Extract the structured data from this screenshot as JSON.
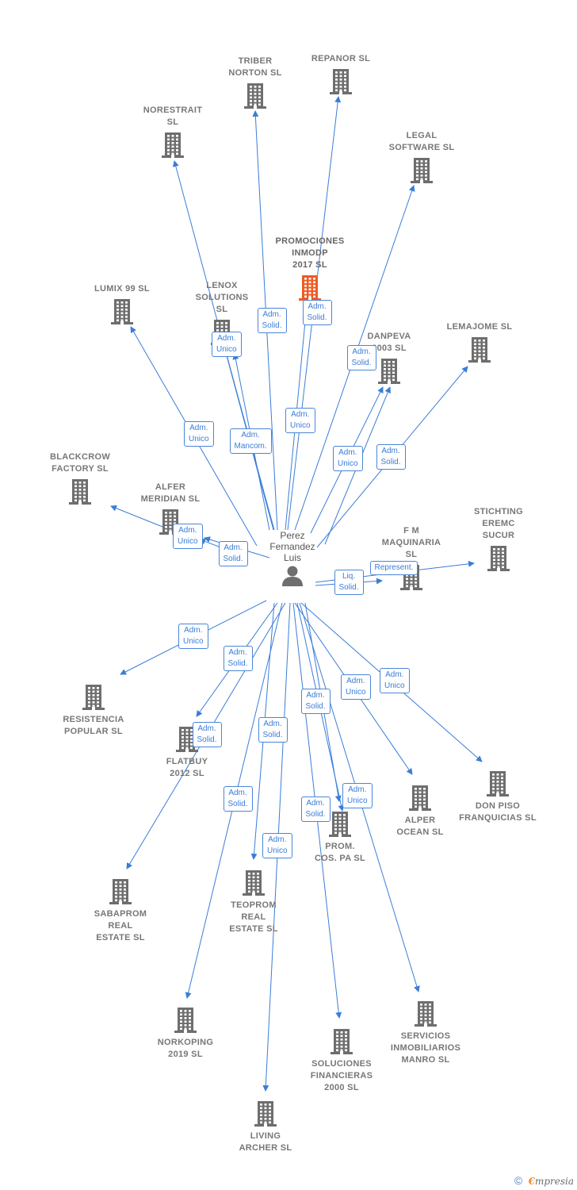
{
  "person": {
    "name": "Perez\nFernandez\nLuis"
  },
  "companies": [
    {
      "id": "triber",
      "label": "TRIBER\nNORTON SL"
    },
    {
      "id": "repanor",
      "label": "REPANOR SL"
    },
    {
      "id": "norestrait",
      "label": "NORESTRAIT\nSL"
    },
    {
      "id": "legal",
      "label": "LEGAL\nSOFTWARE SL"
    },
    {
      "id": "promociones",
      "label": "PROMOCIONES\nINMODP\n2017 SL",
      "highlight": true
    },
    {
      "id": "lumix",
      "label": "LUMIX 99 SL"
    },
    {
      "id": "lenox",
      "label": "LENOX\nSOLUTIONS\nSL"
    },
    {
      "id": "danpeva",
      "label": "DANPEVA\n2003 SL"
    },
    {
      "id": "lemajome",
      "label": "LEMAJOME SL"
    },
    {
      "id": "blackcrow",
      "label": "BLACKCROW\nFACTORY SL"
    },
    {
      "id": "alfer",
      "label": "ALFER\nMERIDIAN SL"
    },
    {
      "id": "fm",
      "label": "F M\nMAQUINARIA\nSL"
    },
    {
      "id": "stichting",
      "label": "STICHTING\nEREMC\nSUCUR"
    },
    {
      "id": "resistencia",
      "label": "RESISTENCIA\nPOPULAR SL"
    },
    {
      "id": "flatbuy",
      "label": "FLATBUY\n2012 SL"
    },
    {
      "id": "alper",
      "label": "ALPER\nOCEAN SL"
    },
    {
      "id": "donpiso",
      "label": "DON PISO\nFRANQUICIAS SL"
    },
    {
      "id": "prom",
      "label": "PROM.\nCOS. PA SL"
    },
    {
      "id": "sabaprom",
      "label": "SABAPROM\nREAL\nESTATE SL"
    },
    {
      "id": "teoprom",
      "label": "TEOPROM\nREAL\nESTATE SL"
    },
    {
      "id": "norkoping",
      "label": "NORKOPING\n2019 SL"
    },
    {
      "id": "soluciones",
      "label": "SOLUCIONES\nFINANCIERAS\n2000 SL"
    },
    {
      "id": "servicios",
      "label": "SERVICIOS\nINMOBILIARIOS\nMANRO SL"
    },
    {
      "id": "living",
      "label": "LIVING\nARCHER SL"
    }
  ],
  "roles": [
    {
      "text": "Adm.\nSolid."
    },
    {
      "text": "Adm.\nSolid."
    },
    {
      "text": "Adm.\nUnico"
    },
    {
      "text": "Adm.\nSolid."
    },
    {
      "text": "Adm.\nUnico"
    },
    {
      "text": "Adm.\nMancom."
    },
    {
      "text": "Adm.\nUnico"
    },
    {
      "text": "Adm.\nUnico"
    },
    {
      "text": "Adm.\nSolid."
    },
    {
      "text": "Adm.\nUnico"
    },
    {
      "text": "Adm.\nSolid."
    },
    {
      "text": "Liq.\nSolid."
    },
    {
      "text": "Represent."
    },
    {
      "text": "Adm.\nUnico"
    },
    {
      "text": "Adm.\nSolid."
    },
    {
      "text": "Adm.\nSolid."
    },
    {
      "text": "Adm.\nSolid."
    },
    {
      "text": "Adm.\nUnico"
    },
    {
      "text": "Adm.\nSolid."
    },
    {
      "text": "Adm.\nSolid."
    },
    {
      "text": "Adm.\nUnico"
    },
    {
      "text": "Adm.\nSolid."
    },
    {
      "text": "Adm.\nUnico"
    },
    {
      "text": "Adm.\nUnico"
    }
  ],
  "colors": {
    "edge": "#3b7dd8",
    "building": "#6e6e6e",
    "highlight": "#f05a24",
    "person": "#6e6e6e"
  },
  "footer": {
    "copyright": "©",
    "brand_initial": "€",
    "brand_rest": "mpresia"
  }
}
